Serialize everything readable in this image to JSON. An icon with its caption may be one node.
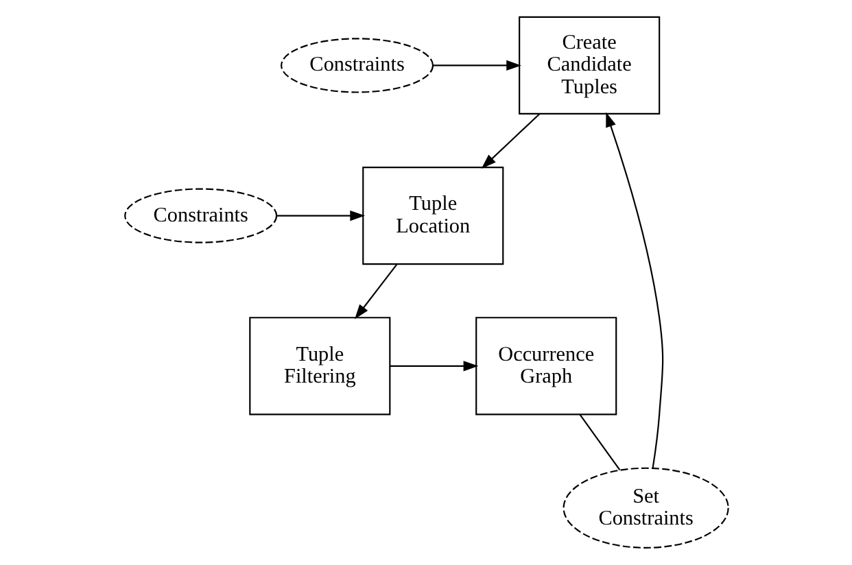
{
  "diagram": {
    "nodes": [
      {
        "text": [
          "Constraints"
        ]
      },
      {
        "text": [
          "Create Candidate Tuples"
        ]
      },
      {
        "text": [
          "Constraints"
        ]
      },
      {
        "text": [
          "Tuple Location"
        ]
      },
      {
        "text": [
          "Set Constraints"
        ]
      },
      {
        "text": [
          "Tuple Filtering"
        ]
      },
      {
        "text": [
          "Occurrence Graph"
        ]
      }
    ],
    "edges": [
      {
        "from": 0,
        "to": 1,
        "arrow": "to"
      },
      {
        "from": 1,
        "to": 3,
        "arrow": "to"
      },
      {
        "from": 2,
        "to": 3,
        "arrow": "to"
      },
      {
        "from": 3,
        "to": 5,
        "arrow": "to"
      },
      {
        "from": 5,
        "to": 6,
        "arrow": "to"
      },
      {
        "from": 6,
        "to": 4,
        "arrow": "none"
      },
      {
        "from": 4,
        "to": 1,
        "arrow": "to"
      }
    ]
  }
}
